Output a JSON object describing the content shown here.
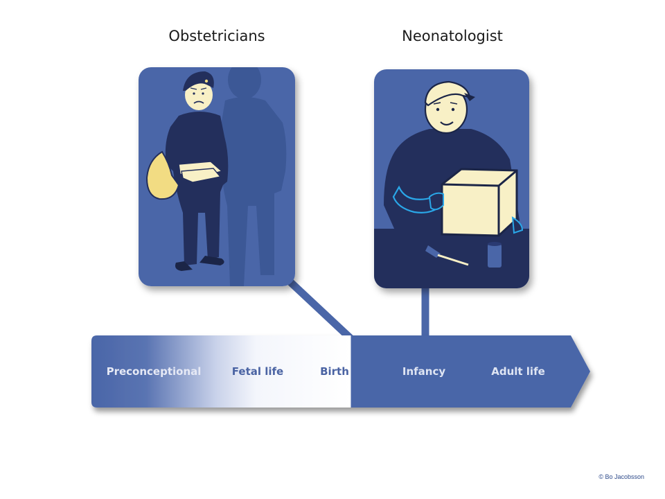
{
  "roles": {
    "obstetricians": "Obstetricians",
    "neonatologist": "Neonatologist"
  },
  "timeline": {
    "stages": [
      "Preconceptional",
      "Fetal life",
      "Birth",
      "Infancy",
      "Adult life"
    ]
  },
  "colors": {
    "primary_blue": "#4a66a8",
    "dark_navy": "#232f5c",
    "shadow_blue": "#3c5896",
    "cream": "#f8f0c6",
    "yellow": "#f2dc83"
  },
  "copyright": "© Bo Jacobsson"
}
